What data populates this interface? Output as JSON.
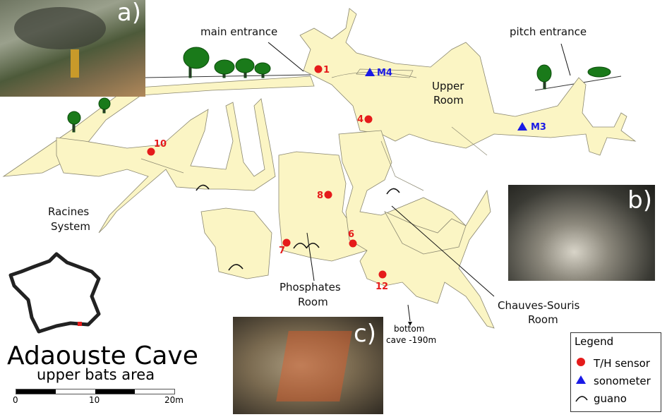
{
  "title": "Adaouste Cave",
  "subtitle": "upper bats area",
  "labels": {
    "main_entrance": "main entrance",
    "pitch_entrance": "pitch entrance",
    "upper_room_1": "Upper",
    "upper_room_2": "Room",
    "racines_1": "Racines",
    "racines_2": "System",
    "phosphates_1": "Phosphates",
    "phosphates_2": "Room",
    "chauves_1": "Chauves-Souris",
    "chauves_2": "Room",
    "bottom_1": "bottom",
    "bottom_2": "cave -190m"
  },
  "sensors": [
    "1",
    "4",
    "10",
    "8",
    "6",
    "7",
    "12"
  ],
  "sonometers": [
    "M4",
    "M3"
  ],
  "photos": {
    "a": "a)",
    "b": "b)",
    "c": "c)"
  },
  "scale": {
    "ticks": [
      "0",
      "10",
      "20m"
    ]
  },
  "legend": {
    "title": "Legend",
    "items": [
      {
        "symbol": "red-circle",
        "label": "T/H sensor"
      },
      {
        "symbol": "blue-triangle",
        "label": "sonometer"
      },
      {
        "symbol": "guano",
        "label": "guano"
      }
    ]
  },
  "colors": {
    "sensor": "#e51b1b",
    "sonometer": "#1a1ae6",
    "cave": "#fbf5c4"
  }
}
